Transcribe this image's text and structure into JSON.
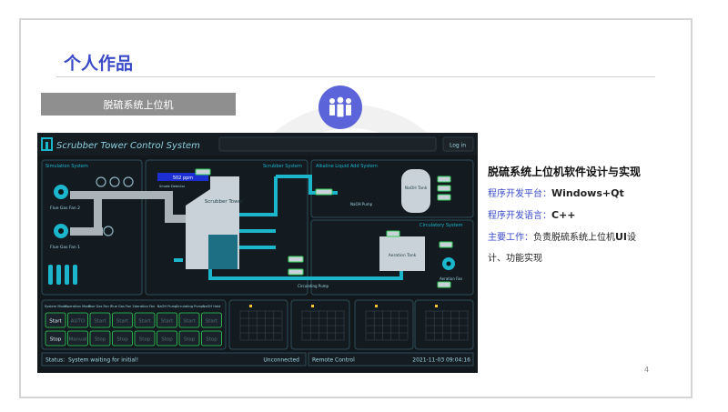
{
  "slide": {
    "title": "个人作品",
    "section_label": "脱硫系统上位机",
    "page_number": "4"
  },
  "description": {
    "heading": "脱硫系统上位机软件设计与实现",
    "platform_label": "程序开发平台：",
    "platform_value": "Windows+Qt",
    "language_label": "程序开发语言：",
    "language_value": "C++",
    "work_label": "主要工作：",
    "work_text_1": "负责脱硫系统上位机",
    "work_text_ui": "UI",
    "work_text_2": "设",
    "work_text_3": "计、功能实现"
  },
  "app": {
    "window_title": "Scrubber Tower Control System",
    "login_label": "Log in",
    "panels": {
      "simulation": "Simulation System",
      "scrubber": "Scrubber System",
      "alkaline": "Alkaline Liquid Add System",
      "circulatory": "Circulatory System"
    },
    "equipment": {
      "flue_fan_2": "Flue Gas Fan 2",
      "flue_fan_1": "Flue Gas Fan 1",
      "scrubber_tower": "Scrubber Tower",
      "naoh_tank": "NaOH Tank",
      "naoh_pump": "NaOH Pump",
      "aeration_tank": "Aeration Tank",
      "aeration_fan": "Aeration Fan",
      "circulating_pump": "Circulating Pump",
      "smoke_detector": "Smoke Detector",
      "smoke_value": "502 ppm"
    },
    "control_headers": [
      "System Mode",
      "Operation Mode",
      "Flue Gas Fan 1",
      "Flue Gas Fan 2",
      "Aeration Fan",
      "NaOH Pump",
      "Circulating Pump",
      "NaOH Hold"
    ],
    "control_row_top": [
      "Start",
      "AUTO",
      "Start",
      "Start",
      "Start",
      "Start",
      "Start",
      "Start"
    ],
    "control_row_bottom": [
      "Stop",
      "Manual",
      "Stop",
      "Stop",
      "Stop",
      "Stop",
      "Stop",
      "Stop"
    ],
    "status_label": "Status:",
    "status_text": "System waiting for initial!",
    "connection_text": "Unconnected",
    "remote_text": "Remote Control",
    "timestamp": "2021-11-03 09:04:16"
  },
  "colors": {
    "accent_blue": "#3b4bc8",
    "badge": "#5b64d8",
    "pipe_cyan": "#1bb5cc",
    "led_green": "#2fcf57",
    "panel_border": "#2d4d5a"
  },
  "icons": {
    "badge": "people-group-icon",
    "app_logo": "app-logo-icon"
  }
}
